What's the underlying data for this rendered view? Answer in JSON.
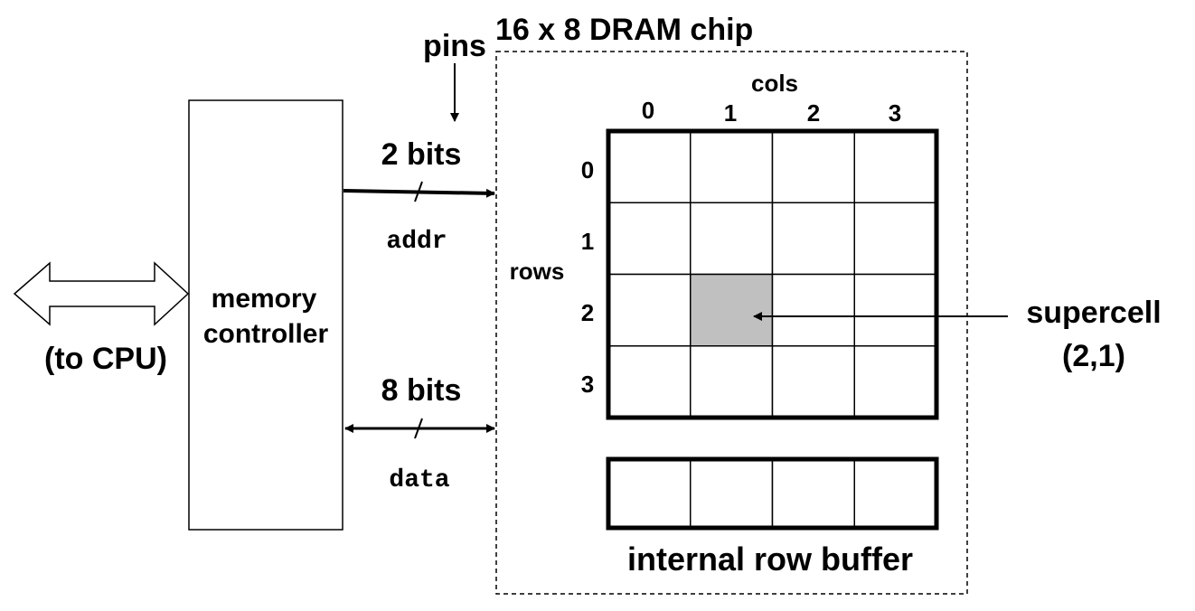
{
  "chip": {
    "title": "16 x 8 DRAM chip",
    "pins_label": "pins",
    "cols_label": "cols",
    "rows_label": "rows",
    "col_headers": [
      "0",
      "1",
      "2",
      "3"
    ],
    "row_headers": [
      "0",
      "1",
      "2",
      "3"
    ],
    "highlight_cell": {
      "row": 2,
      "col": 1
    },
    "row_buffer_label": "internal row buffer",
    "supercell_label_line1": "supercell",
    "supercell_label_line2": "(2,1)",
    "highlight_color": "#c0c0c0"
  },
  "controller": {
    "label_line1": "memory",
    "label_line2": "controller",
    "cpu_label": "(to CPU)"
  },
  "buses": {
    "addr_width": "2 bits",
    "addr_name": "addr",
    "data_width": "8 bits",
    "data_name": "data"
  }
}
